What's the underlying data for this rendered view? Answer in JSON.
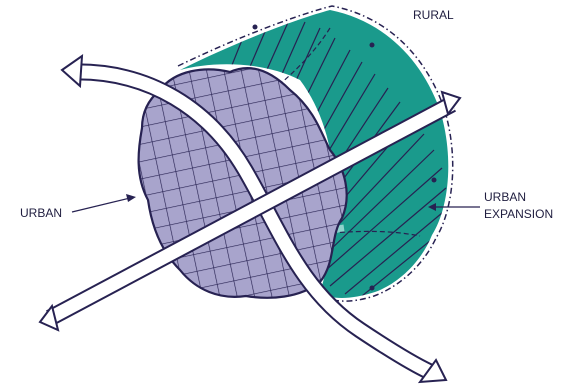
{
  "labels": {
    "rural": "RURAL",
    "urban": "URBAN",
    "urban_expansion_line1": "URBAN",
    "urban_expansion_line2": "EXPANSION"
  },
  "colors": {
    "expansion_fill": "#1a9a8c",
    "urban_fill": "#a8a4cc",
    "outline": "#272252",
    "light_teal_band": "#8fd3cc"
  }
}
